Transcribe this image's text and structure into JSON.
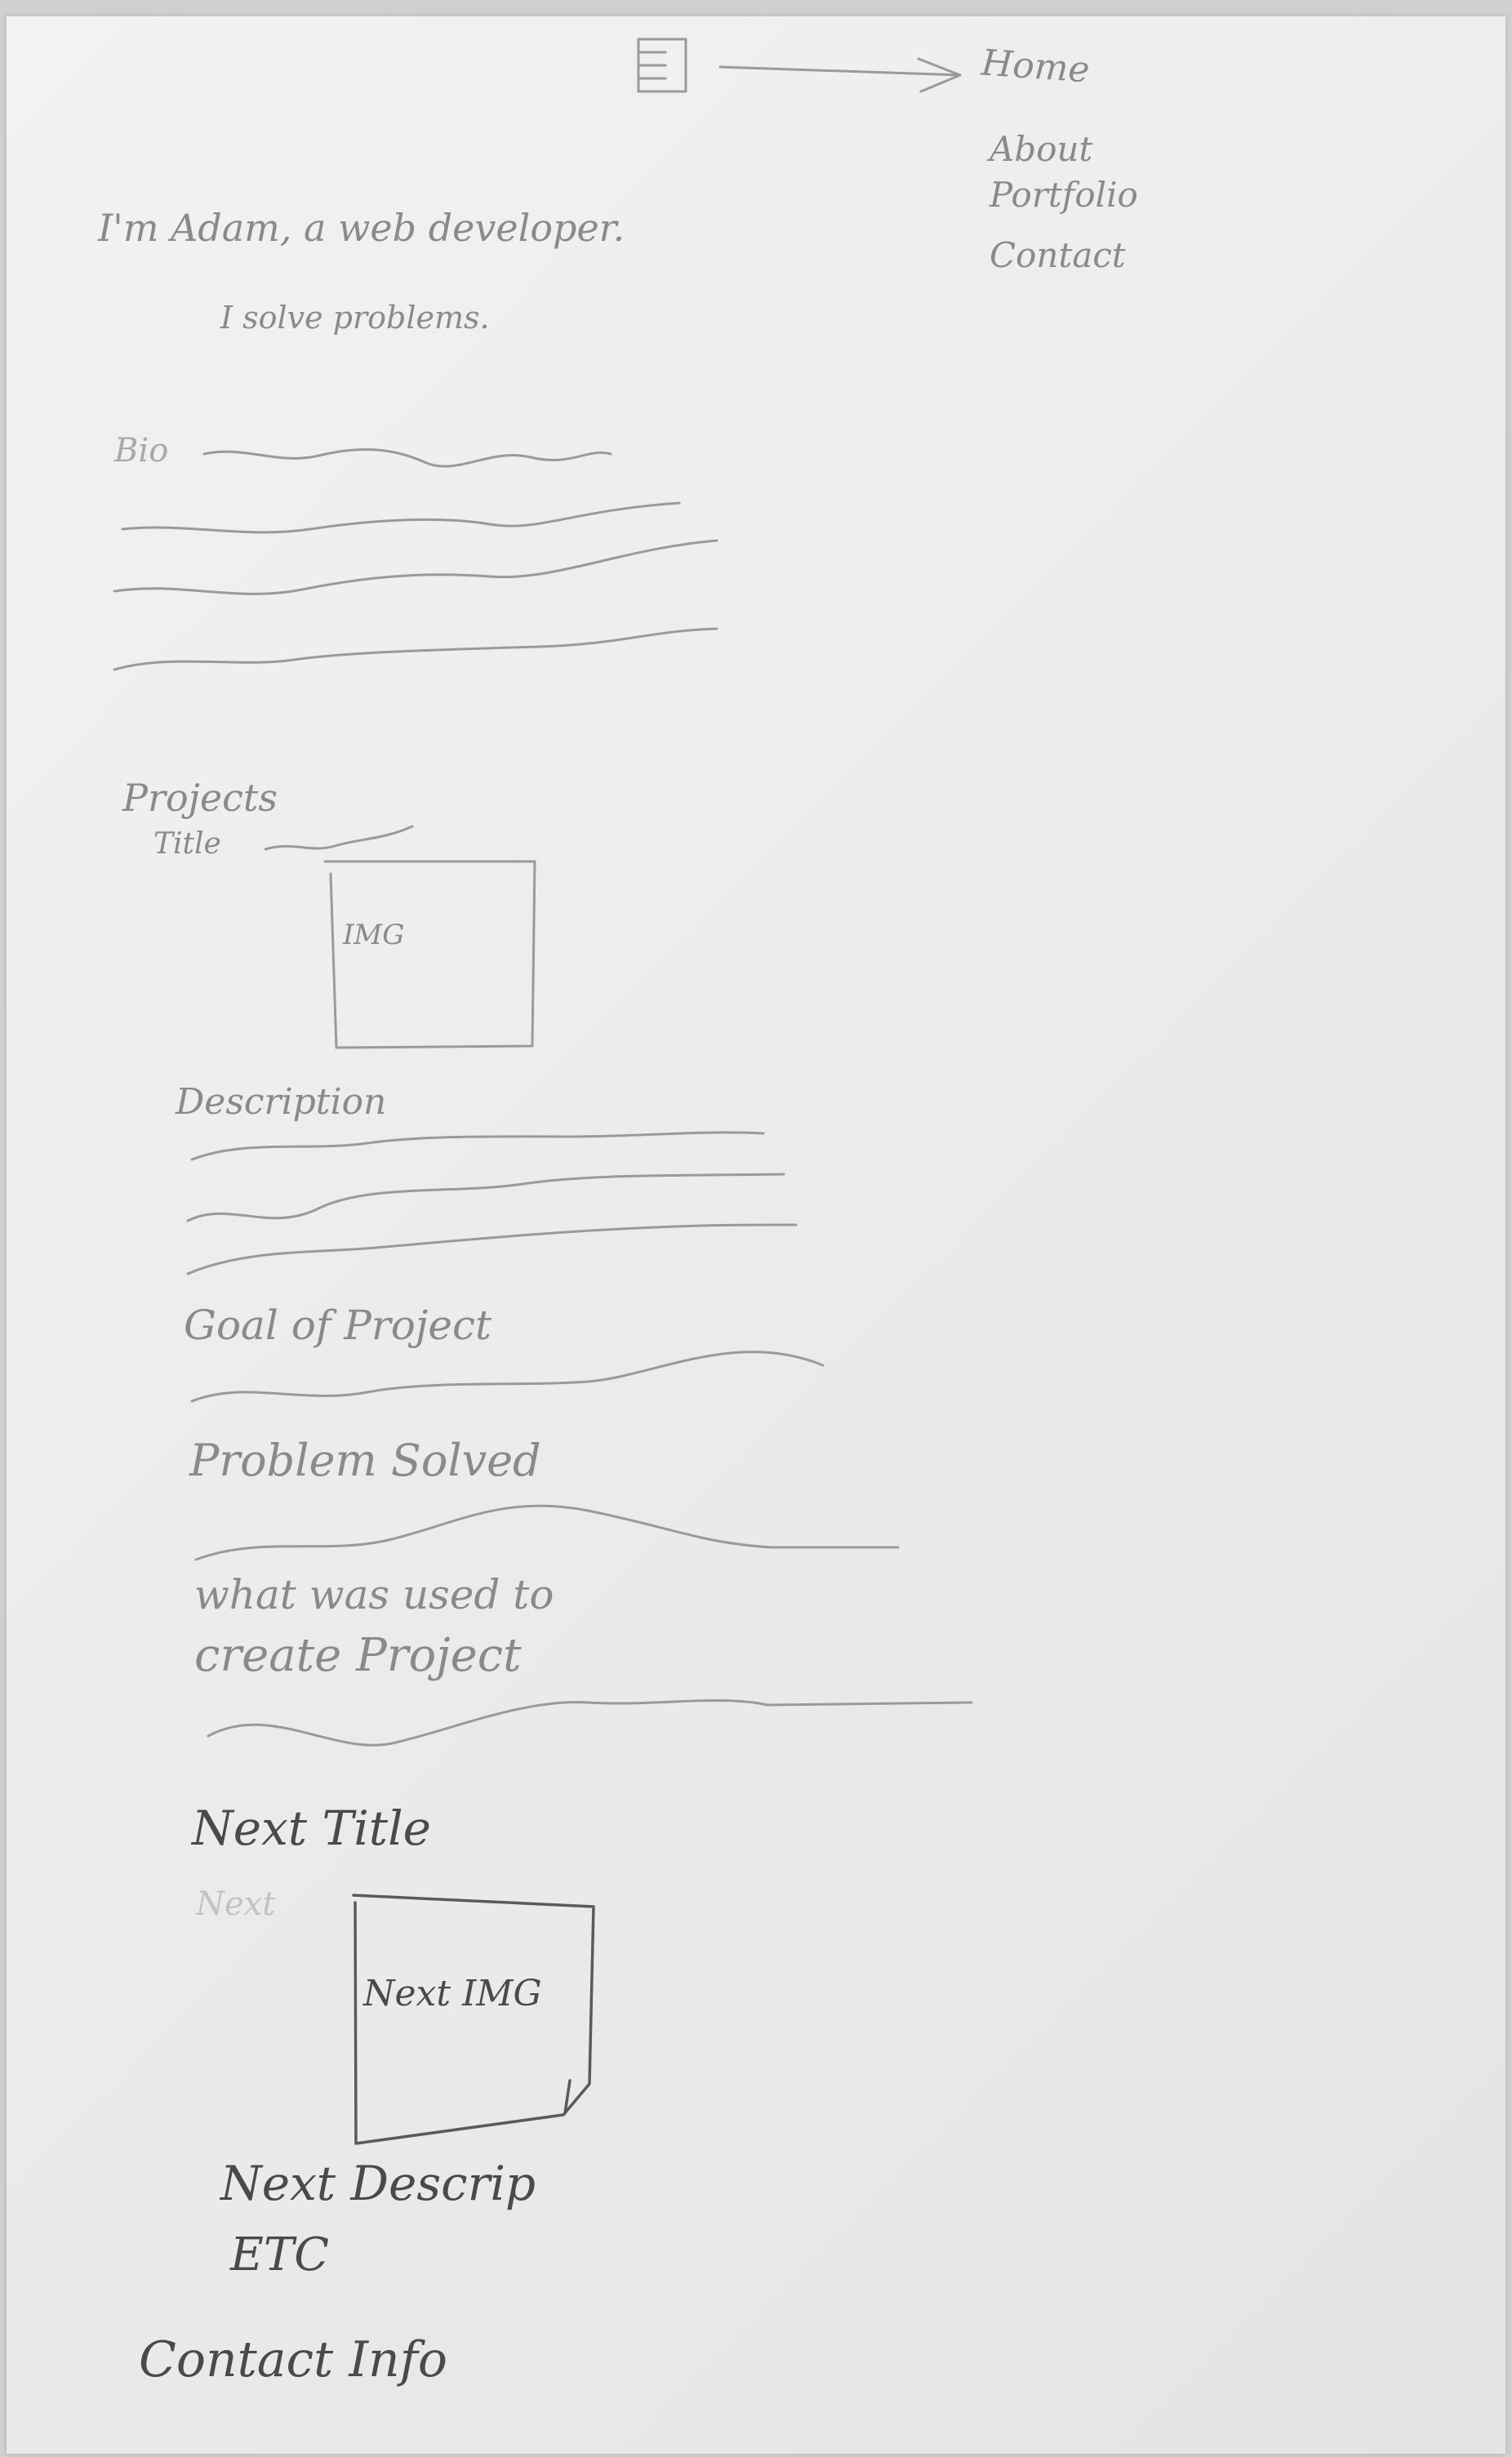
{
  "nav": {
    "menu_icon": "hamburger-menu-icon",
    "items": [
      {
        "label": "Home"
      },
      {
        "label": "About"
      },
      {
        "label": "Portfolio"
      },
      {
        "label": "Contact"
      }
    ]
  },
  "hero": {
    "heading": "I'm Adam, a web developer.",
    "tagline": "I solve problems."
  },
  "bio": {
    "label": "Bio"
  },
  "projects": {
    "heading": "Projects",
    "title_label": "Title",
    "image_label": "IMG",
    "description_label": "Description",
    "goal_label": "Goal of Project",
    "problem_label": "Problem Solved",
    "tools_label_line1": "what was used to",
    "tools_label_line2": "create Project"
  },
  "next_project": {
    "title_label": "Next Title",
    "faint_label": "Next",
    "image_label": "Next IMG",
    "description_label": "Next Descrip",
    "etc_label": "ETC"
  },
  "footer": {
    "contact_label": "Contact Info"
  }
}
